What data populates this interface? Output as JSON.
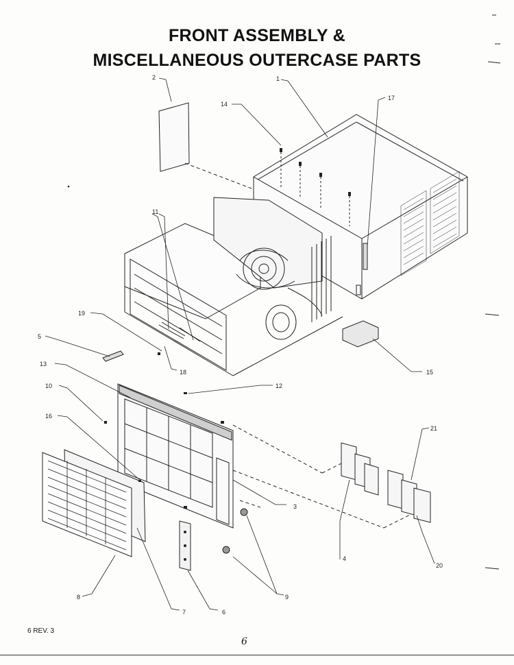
{
  "header": {
    "title_line1": "FRONT ASSEMBLY &",
    "title_line2": "MISCELLANEOUS OUTERCASE PARTS"
  },
  "callouts": [
    {
      "id": "c1",
      "label": "1"
    },
    {
      "id": "c2",
      "label": "2"
    },
    {
      "id": "c3",
      "label": "3"
    },
    {
      "id": "c4",
      "label": "4"
    },
    {
      "id": "c5",
      "label": "5"
    },
    {
      "id": "c6",
      "label": "6"
    },
    {
      "id": "c7",
      "label": "7"
    },
    {
      "id": "c8",
      "label": "8"
    },
    {
      "id": "c9",
      "label": "9"
    },
    {
      "id": "c10",
      "label": "10"
    },
    {
      "id": "c11",
      "label": "11"
    },
    {
      "id": "c12",
      "label": "12"
    },
    {
      "id": "c13",
      "label": "13"
    },
    {
      "id": "c14",
      "label": "14"
    },
    {
      "id": "c15",
      "label": "15"
    },
    {
      "id": "c16",
      "label": "16"
    },
    {
      "id": "c17",
      "label": "17"
    },
    {
      "id": "c18",
      "label": "18"
    },
    {
      "id": "c19",
      "label": "19"
    },
    {
      "id": "c20",
      "label": "20"
    },
    {
      "id": "c21",
      "label": "21"
    }
  ],
  "footer": {
    "revision": "6 REV. 3",
    "page_mark": "6"
  }
}
